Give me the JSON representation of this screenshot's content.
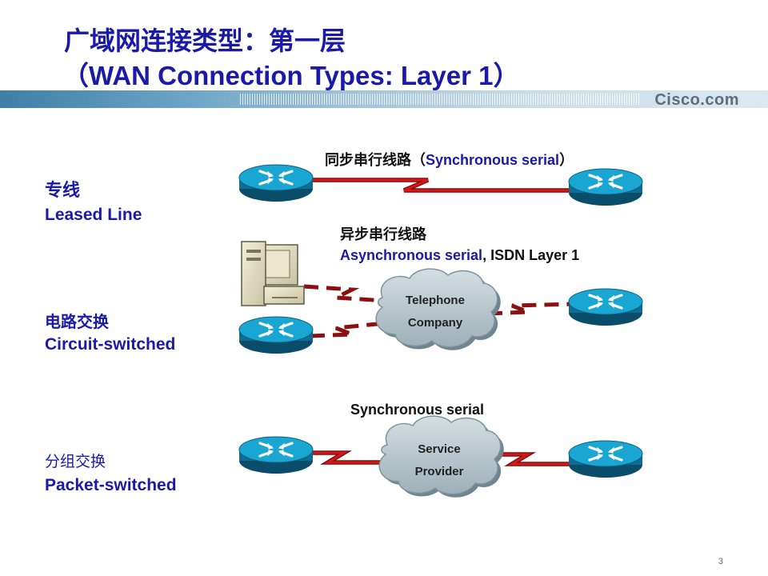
{
  "title": {
    "zh": "广域网连接类型：第一层",
    "en": "（WAN Connection Types: Layer 1）"
  },
  "logo": "Cisco.com",
  "rows": {
    "leased": {
      "zh": "专线",
      "en": "Leased Line"
    },
    "circuit": {
      "zh": "电路交换",
      "en": "Circuit-switched"
    },
    "packet": {
      "zh": "分组交换",
      "en": "Packet-switched"
    }
  },
  "connections": {
    "sync_zh": "同步串行线路（",
    "sync_en": "Synchronous serial",
    "sync_close": "）",
    "async_zh": "异步串行线路",
    "async_en": "Asynchronous serial",
    "async_isdn": ", ISDN Layer 1",
    "packet_sync": "Synchronous serial"
  },
  "clouds": {
    "telephone": {
      "line1": "Telephone",
      "line2": "Company"
    },
    "service": {
      "line1": "Service",
      "line2": "Provider"
    }
  },
  "page_number": "3",
  "colors": {
    "title_blue": "#1a1aa8",
    "router_cyan": "#1a9fc8",
    "serial_red": "#cc1111",
    "cloud_gray": "#b8c6cc"
  }
}
